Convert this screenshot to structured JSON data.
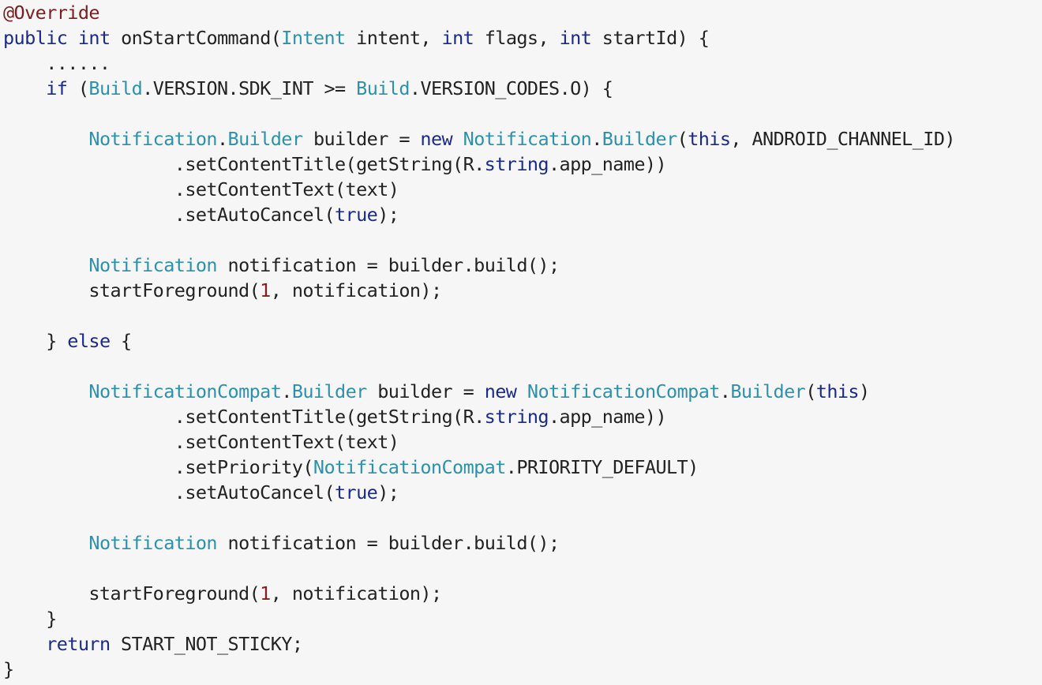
{
  "colors": {
    "background": "#f6f6f6",
    "plain": "#222222",
    "keyword": "#1a2a8a",
    "type": "#2e91ab",
    "annotation": "#7a1f1f",
    "number": "#8b1c1c"
  },
  "code": {
    "language": "java",
    "lines": [
      [
        {
          "t": "@Override",
          "k": "ann"
        }
      ],
      [
        {
          "t": "public",
          "k": "kw"
        },
        {
          "t": " ",
          "k": "plain"
        },
        {
          "t": "int",
          "k": "kw"
        },
        {
          "t": " onStartCommand(",
          "k": "plain"
        },
        {
          "t": "Intent",
          "k": "type"
        },
        {
          "t": " intent, ",
          "k": "plain"
        },
        {
          "t": "int",
          "k": "kw"
        },
        {
          "t": " flags, ",
          "k": "plain"
        },
        {
          "t": "int",
          "k": "kw"
        },
        {
          "t": " startId) {",
          "k": "plain"
        }
      ],
      [
        {
          "t": "    ......",
          "k": "plain"
        }
      ],
      [
        {
          "t": "    ",
          "k": "plain"
        },
        {
          "t": "if",
          "k": "kw"
        },
        {
          "t": " (",
          "k": "plain"
        },
        {
          "t": "Build",
          "k": "type"
        },
        {
          "t": ".VERSION.SDK_INT >= ",
          "k": "plain"
        },
        {
          "t": "Build",
          "k": "type"
        },
        {
          "t": ".VERSION_CODES.O) {",
          "k": "plain"
        }
      ],
      [],
      [
        {
          "t": "        ",
          "k": "plain"
        },
        {
          "t": "Notification",
          "k": "type"
        },
        {
          "t": ".",
          "k": "plain"
        },
        {
          "t": "Builder",
          "k": "type"
        },
        {
          "t": " builder = ",
          "k": "plain"
        },
        {
          "t": "new",
          "k": "kw"
        },
        {
          "t": " ",
          "k": "plain"
        },
        {
          "t": "Notification",
          "k": "type"
        },
        {
          "t": ".",
          "k": "plain"
        },
        {
          "t": "Builder",
          "k": "type"
        },
        {
          "t": "(",
          "k": "plain"
        },
        {
          "t": "this",
          "k": "kw"
        },
        {
          "t": ", ANDROID_CHANNEL_ID)",
          "k": "plain"
        }
      ],
      [
        {
          "t": "                .setContentTitle(getString(R.",
          "k": "plain"
        },
        {
          "t": "string",
          "k": "kw"
        },
        {
          "t": ".app_name))",
          "k": "plain"
        }
      ],
      [
        {
          "t": "                .setContentText(text)",
          "k": "plain"
        }
      ],
      [
        {
          "t": "                .setAutoCancel(",
          "k": "plain"
        },
        {
          "t": "true",
          "k": "kw"
        },
        {
          "t": ");",
          "k": "plain"
        }
      ],
      [],
      [
        {
          "t": "        ",
          "k": "plain"
        },
        {
          "t": "Notification",
          "k": "type"
        },
        {
          "t": " notification = builder.build();",
          "k": "plain"
        }
      ],
      [
        {
          "t": "        startForeground(",
          "k": "plain"
        },
        {
          "t": "1",
          "k": "num"
        },
        {
          "t": ", notification);",
          "k": "plain"
        }
      ],
      [],
      [
        {
          "t": "    } ",
          "k": "plain"
        },
        {
          "t": "else",
          "k": "kw"
        },
        {
          "t": " {",
          "k": "plain"
        }
      ],
      [],
      [
        {
          "t": "        ",
          "k": "plain"
        },
        {
          "t": "NotificationCompat",
          "k": "type"
        },
        {
          "t": ".",
          "k": "plain"
        },
        {
          "t": "Builder",
          "k": "type"
        },
        {
          "t": " builder = ",
          "k": "plain"
        },
        {
          "t": "new",
          "k": "kw"
        },
        {
          "t": " ",
          "k": "plain"
        },
        {
          "t": "NotificationCompat",
          "k": "type"
        },
        {
          "t": ".",
          "k": "plain"
        },
        {
          "t": "Builder",
          "k": "type"
        },
        {
          "t": "(",
          "k": "plain"
        },
        {
          "t": "this",
          "k": "kw"
        },
        {
          "t": ")",
          "k": "plain"
        }
      ],
      [
        {
          "t": "                .setContentTitle(getString(R.",
          "k": "plain"
        },
        {
          "t": "string",
          "k": "kw"
        },
        {
          "t": ".app_name))",
          "k": "plain"
        }
      ],
      [
        {
          "t": "                .setContentText(text)",
          "k": "plain"
        }
      ],
      [
        {
          "t": "                .setPriority(",
          "k": "plain"
        },
        {
          "t": "NotificationCompat",
          "k": "type"
        },
        {
          "t": ".PRIORITY_DEFAULT)",
          "k": "plain"
        }
      ],
      [
        {
          "t": "                .setAutoCancel(",
          "k": "plain"
        },
        {
          "t": "true",
          "k": "kw"
        },
        {
          "t": ");",
          "k": "plain"
        }
      ],
      [],
      [
        {
          "t": "        ",
          "k": "plain"
        },
        {
          "t": "Notification",
          "k": "type"
        },
        {
          "t": " notification = builder.build();",
          "k": "plain"
        }
      ],
      [],
      [
        {
          "t": "        startForeground(",
          "k": "plain"
        },
        {
          "t": "1",
          "k": "num"
        },
        {
          "t": ", notification);",
          "k": "plain"
        }
      ],
      [
        {
          "t": "    }",
          "k": "plain"
        }
      ],
      [
        {
          "t": "    ",
          "k": "plain"
        },
        {
          "t": "return",
          "k": "kw"
        },
        {
          "t": " START_NOT_STICKY;",
          "k": "plain"
        }
      ],
      [
        {
          "t": "}",
          "k": "plain"
        }
      ]
    ]
  }
}
